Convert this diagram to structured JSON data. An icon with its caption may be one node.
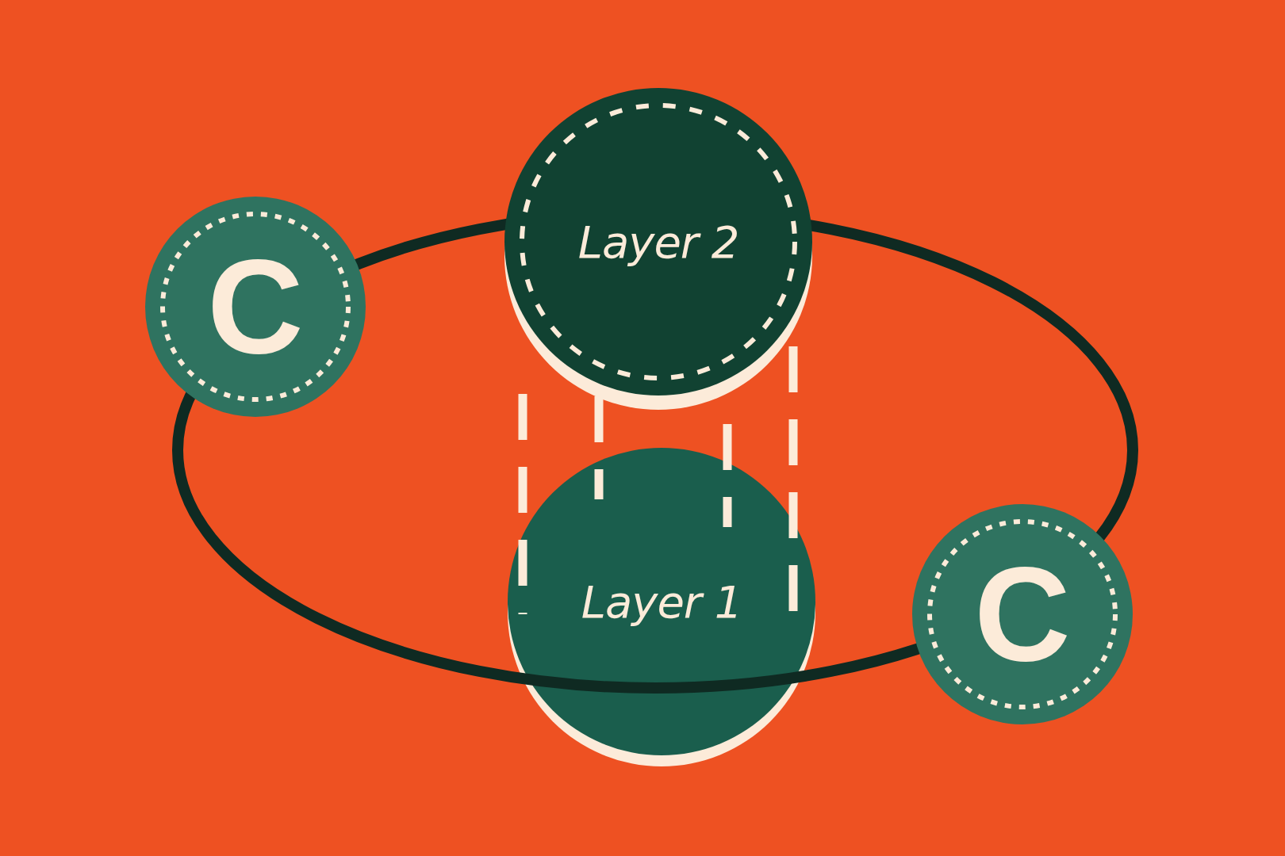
{
  "diagram": {
    "nodes": [
      {
        "text": [
          "Layer 2"
        ]
      },
      {
        "text": [
          "C"
        ]
      },
      {
        "text": [
          "Layer 1"
        ]
      },
      {
        "text": [
          "C"
        ]
      }
    ]
  }
}
